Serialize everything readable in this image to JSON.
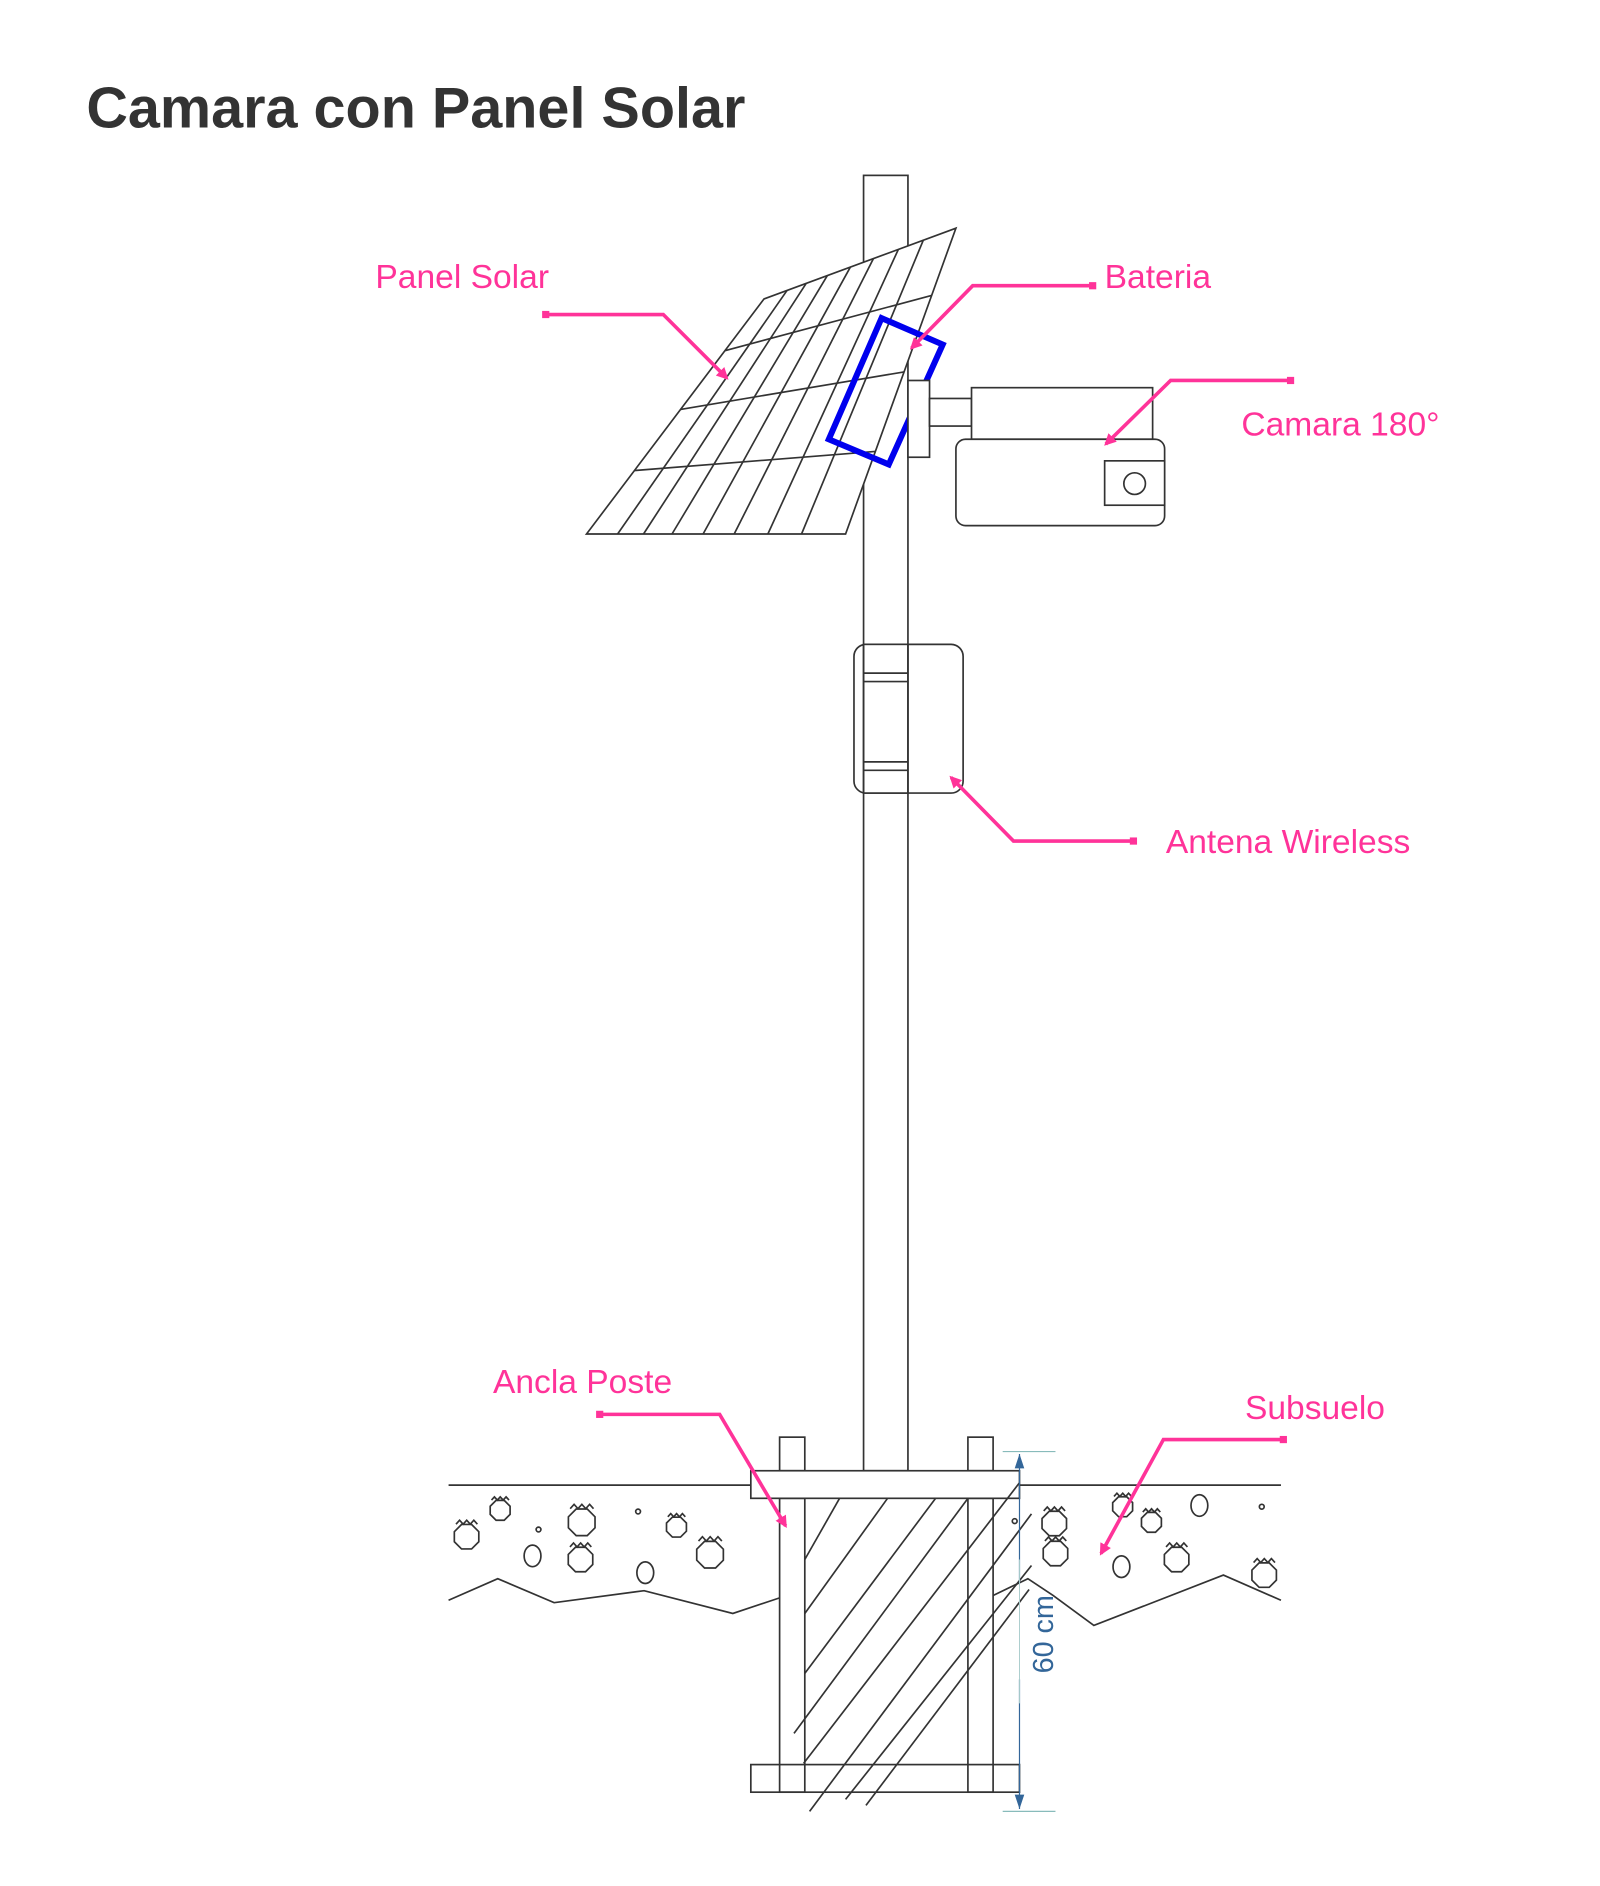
{
  "title": "Camara con Panel Solar",
  "labels": {
    "panel_solar": "Panel Solar",
    "bateria": "Bateria",
    "camara": "Camara 180°",
    "antena": "Antena Wireless",
    "ancla": "Ancla Poste",
    "subsuelo": "Subsuelo"
  },
  "dimension": "60 cm",
  "colors": {
    "callout": "#ff3399",
    "battery": "#0000ee",
    "dimension": "#336699",
    "line": "#333333"
  }
}
